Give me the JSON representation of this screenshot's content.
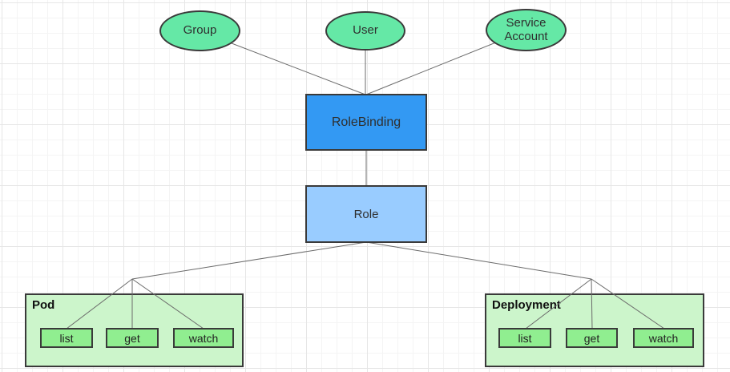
{
  "diagram": {
    "subjects": [
      {
        "label": "Group"
      },
      {
        "label": "User"
      },
      {
        "label": "Service Account"
      }
    ],
    "role_binding": {
      "label": "RoleBinding"
    },
    "role": {
      "label": "Role"
    },
    "resources": [
      {
        "title": "Pod",
        "verbs": [
          "list",
          "get",
          "watch"
        ]
      },
      {
        "title": "Deployment",
        "verbs": [
          "list",
          "get",
          "watch"
        ]
      }
    ],
    "edges": [
      {
        "from": "Group",
        "to": "RoleBinding"
      },
      {
        "from": "User",
        "to": "RoleBinding"
      },
      {
        "from": "Service Account",
        "to": "RoleBinding"
      },
      {
        "from": "RoleBinding",
        "to": "Role"
      },
      {
        "from": "Role",
        "to": "Pod.list"
      },
      {
        "from": "Role",
        "to": "Pod.get"
      },
      {
        "from": "Role",
        "to": "Pod.watch"
      },
      {
        "from": "Role",
        "to": "Deployment.list"
      },
      {
        "from": "Role",
        "to": "Deployment.get"
      },
      {
        "from": "Role",
        "to": "Deployment.watch"
      }
    ],
    "colors": {
      "subject_fill": "#65e8a6",
      "role_binding_fill": "#3399f3",
      "role_fill": "#99ccff",
      "resource_container_fill": "#ccf5cb",
      "verb_fill": "#90ee90",
      "shape_border": "#3a3a3a",
      "connector": "#6b6b6b",
      "grid_minor": "#f4f4f4",
      "grid_major": "#e6e6e6"
    }
  }
}
